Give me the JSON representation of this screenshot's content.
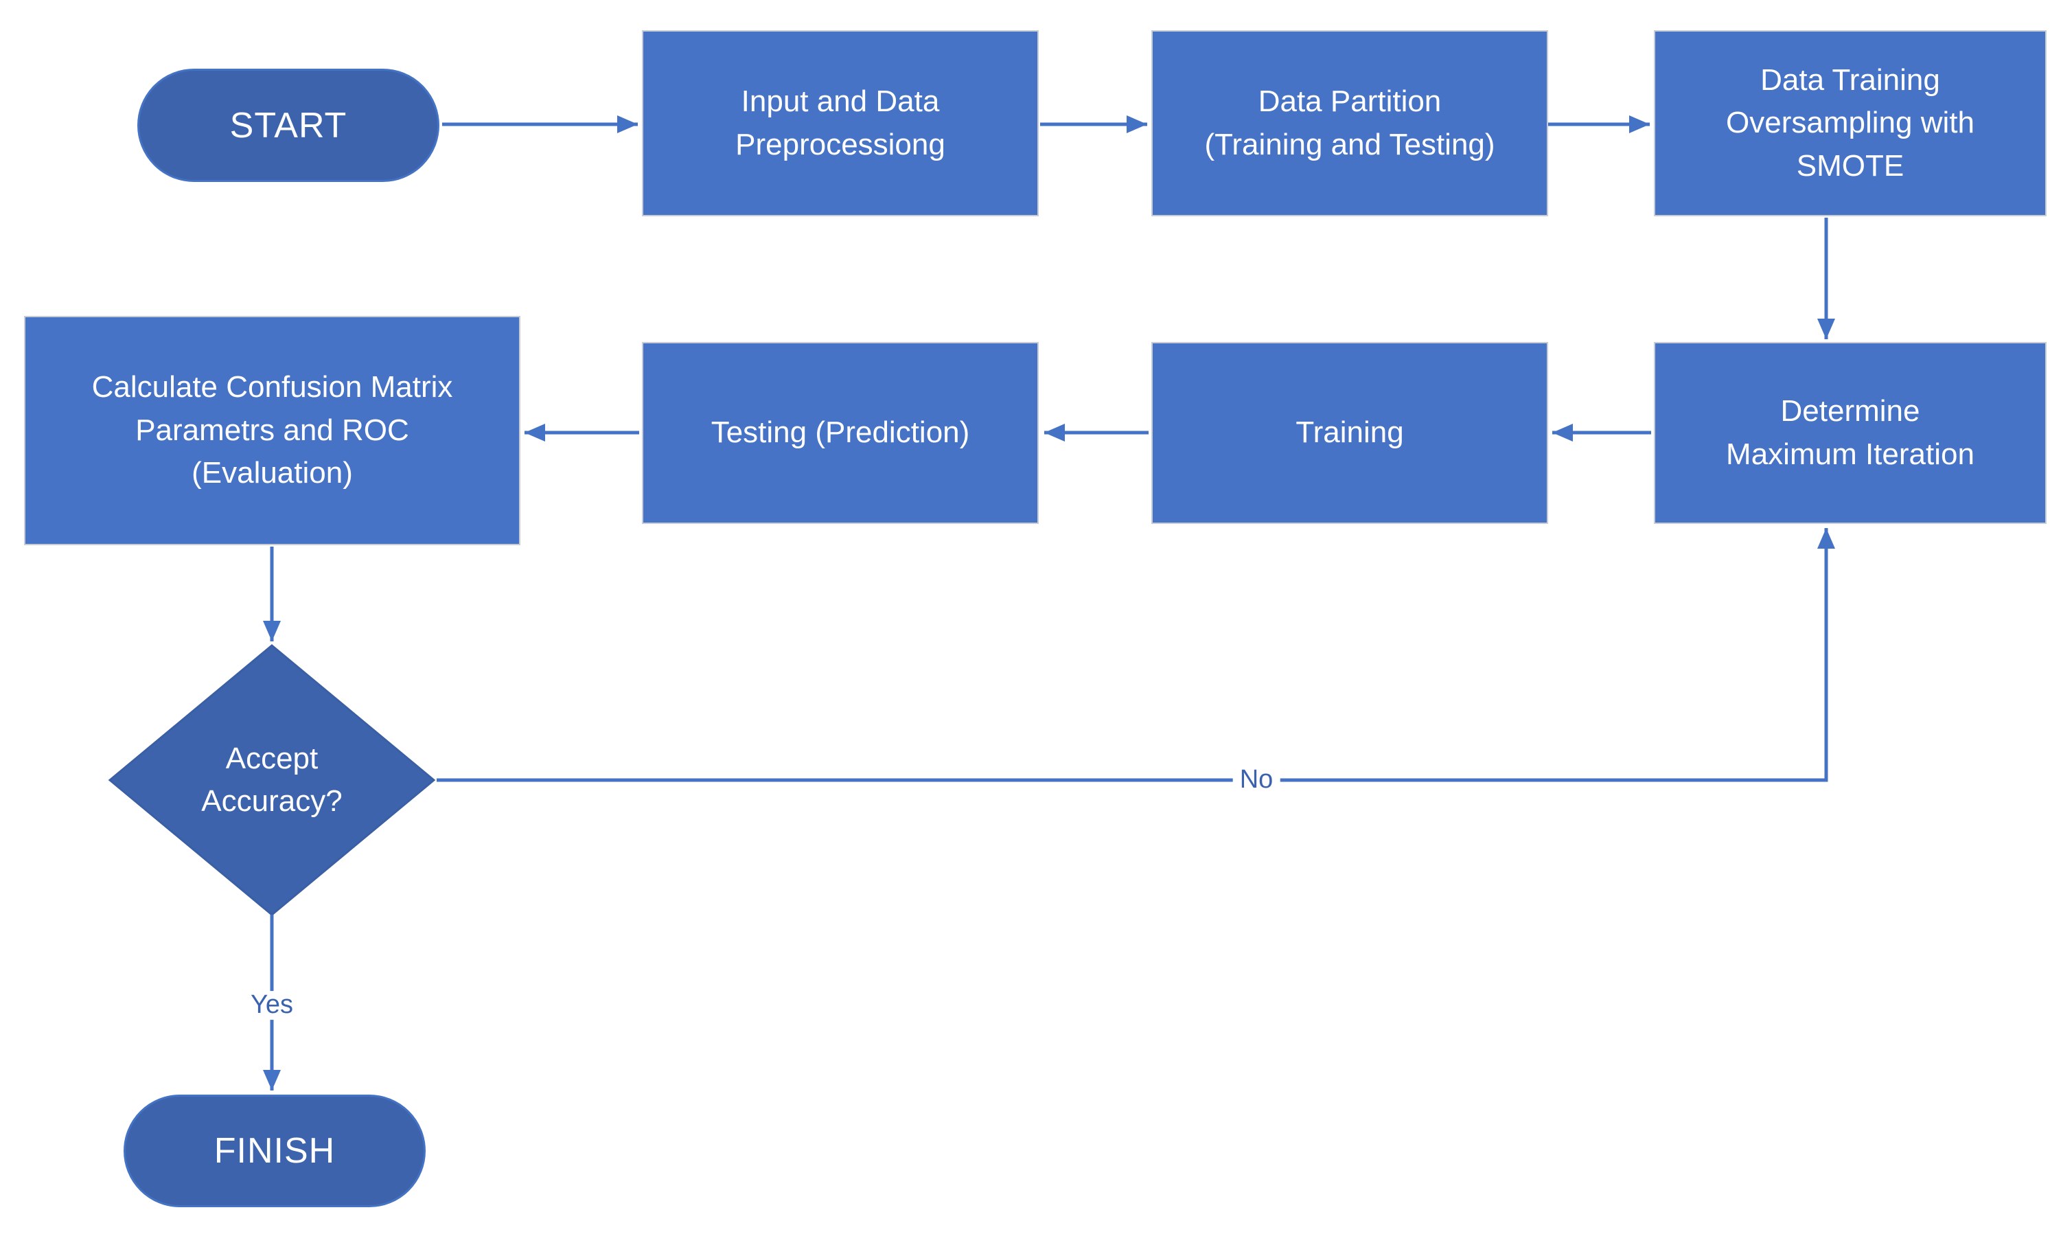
{
  "diagram": {
    "title": "Machine learning workflow flowchart",
    "nodes": {
      "start": {
        "label": "START",
        "shape": "terminator"
      },
      "input": {
        "label": "Input and Data\nPreprocessiong",
        "shape": "process"
      },
      "partition": {
        "label": "Data Partition\n(Training and Testing)",
        "shape": "process"
      },
      "smote": {
        "label": "Data Training\nOversampling with\nSMOTE",
        "shape": "process"
      },
      "determine": {
        "label": "Determine\nMaximum Iteration",
        "shape": "process"
      },
      "training": {
        "label": "Training",
        "shape": "process"
      },
      "testing": {
        "label": "Testing (Prediction)",
        "shape": "process"
      },
      "evaluate": {
        "label": "Calculate Confusion Matrix\nParametrs and ROC\n(Evaluation)",
        "shape": "process"
      },
      "decision": {
        "label": "Accept\nAccuracy?",
        "shape": "decision"
      },
      "finish": {
        "label": "FINISH",
        "shape": "terminator"
      }
    },
    "edge_labels": {
      "no": "No",
      "yes": "Yes"
    },
    "flow": [
      "start -> input -> partition -> smote -> determine -> training -> testing -> evaluate -> decision",
      "decision -No-> determine",
      "decision -Yes-> finish"
    ],
    "colors": {
      "process_fill": "#4673C5",
      "terminal_fill": "#3D63AC",
      "connector": "#4472C4",
      "edge_label_text": "#3A62AE",
      "process_border": "#C8CCD4",
      "node_text": "#FFFFFF",
      "background": "#FFFFFF"
    }
  }
}
